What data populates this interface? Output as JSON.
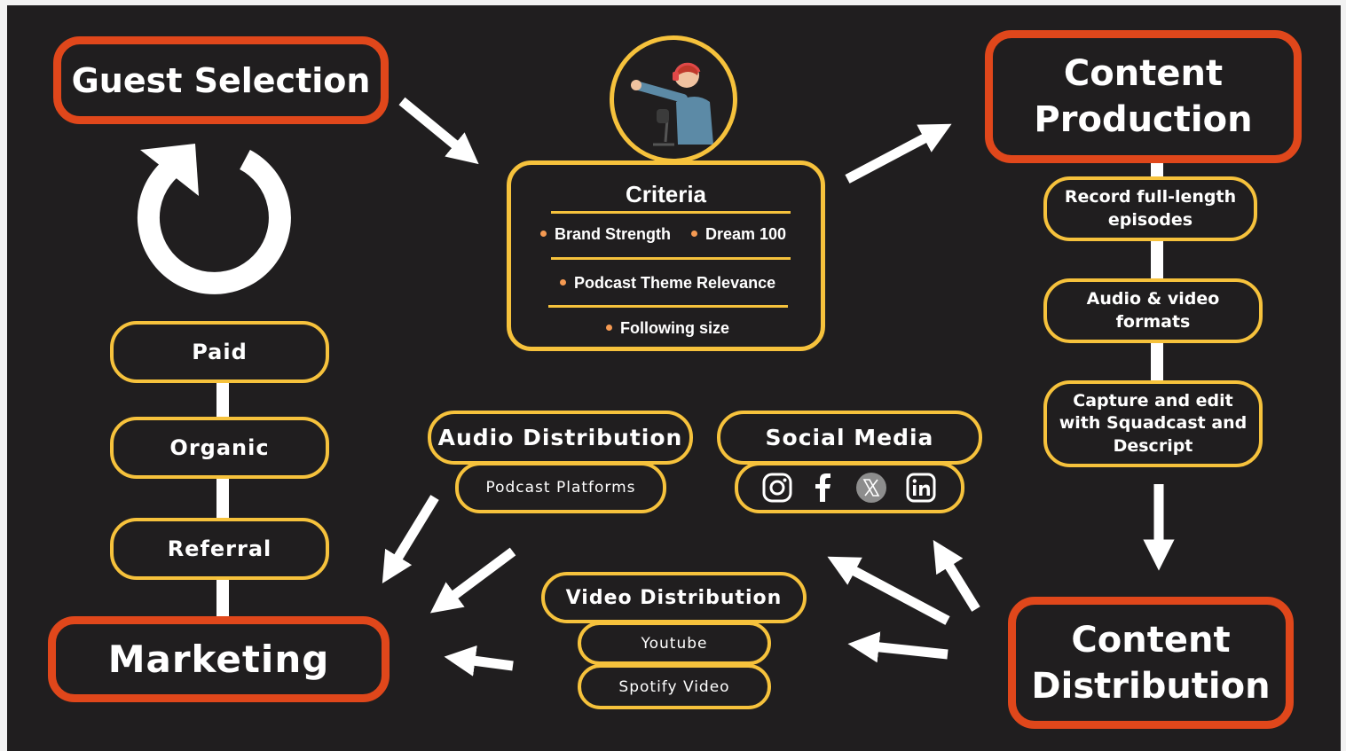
{
  "stages": {
    "guest_selection": "Guest Selection",
    "content_production": "Content Production",
    "content_distribution": "Content Distribution",
    "marketing": "Marketing"
  },
  "criteria": {
    "title": "Criteria",
    "items": [
      "Brand Strength",
      "Dream 100",
      "Podcast Theme Relevance",
      "Following size"
    ]
  },
  "production_steps": [
    "Record full-length episodes",
    "Audio & video formats",
    "Capture and edit with Squadcast and Descript"
  ],
  "marketing_channels": [
    "Paid",
    "Organic",
    "Referral"
  ],
  "audio_distribution": {
    "title": "Audio Distribution",
    "platforms": "Podcast Platforms"
  },
  "social_media": {
    "title": "Social Media",
    "icons": [
      "instagram-icon",
      "facebook-icon",
      "x-icon",
      "linkedin-icon"
    ]
  },
  "video_distribution": {
    "title": "Video Distribution",
    "platforms": [
      "Youtube",
      "Spotify Video"
    ]
  },
  "colors": {
    "background": "#201e1f",
    "stage_border": "#e0471b",
    "box_border": "#f6c23c",
    "bullet": "#f59a52",
    "text": "#ffffff"
  }
}
